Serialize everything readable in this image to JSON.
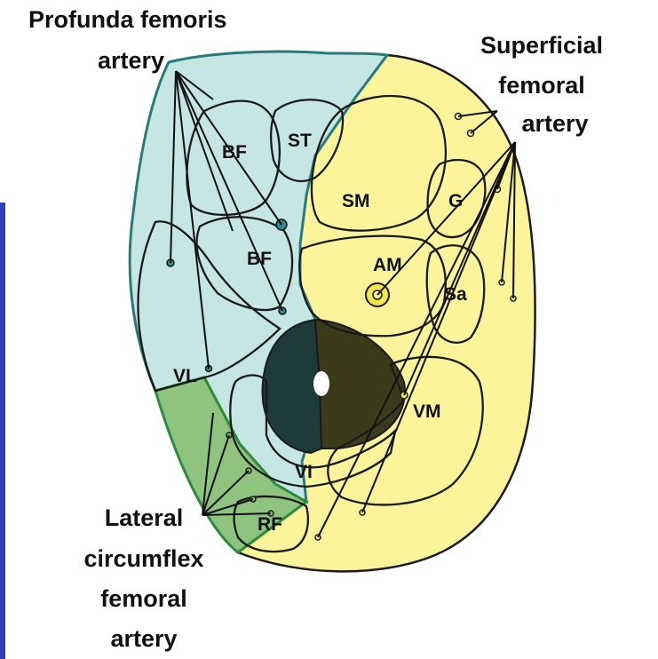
{
  "labels": {
    "profunda_line1": "Profunda femoris",
    "profunda_line2": "artery",
    "superficial_line1": "Superficial",
    "superficial_line2": "femoral",
    "superficial_line3": "artery",
    "lateral_line1": "Lateral",
    "lateral_line2": "circumflex",
    "lateral_line3": "femoral",
    "lateral_line4": "artery"
  },
  "muscles": {
    "bf_upper": "BF",
    "st": "ST",
    "bf_lower": "BF",
    "sm": "SM",
    "g": "G",
    "am": "AM",
    "sa": "Sa",
    "vl": "VL",
    "vm": "VM",
    "vi": "VI",
    "rf": "RF"
  },
  "colors": {
    "posterior_blue": "#c5e6e3",
    "medial_yellow": "#fbf49a",
    "anterior_green": "#8ec47f",
    "femur_dark": "#1f3a3a",
    "femur_olive": "#3b3b1c",
    "border_left_blue": "#2e3fb8",
    "outline": "#1a1a1a"
  }
}
